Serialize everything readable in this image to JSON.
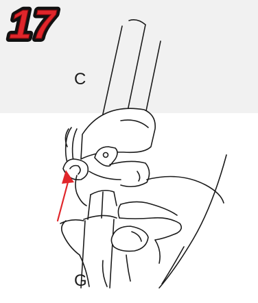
{
  "step": {
    "number": "17",
    "fill_color": "#e0262b",
    "outline_color": "#111111"
  },
  "labels": {
    "c": "C",
    "g": "G"
  },
  "arrow": {
    "color": "#e0262b",
    "icon": "up-arrow-icon"
  },
  "colors": {
    "line": "#1a1a1a",
    "background_panel": "#f1f1f1"
  }
}
